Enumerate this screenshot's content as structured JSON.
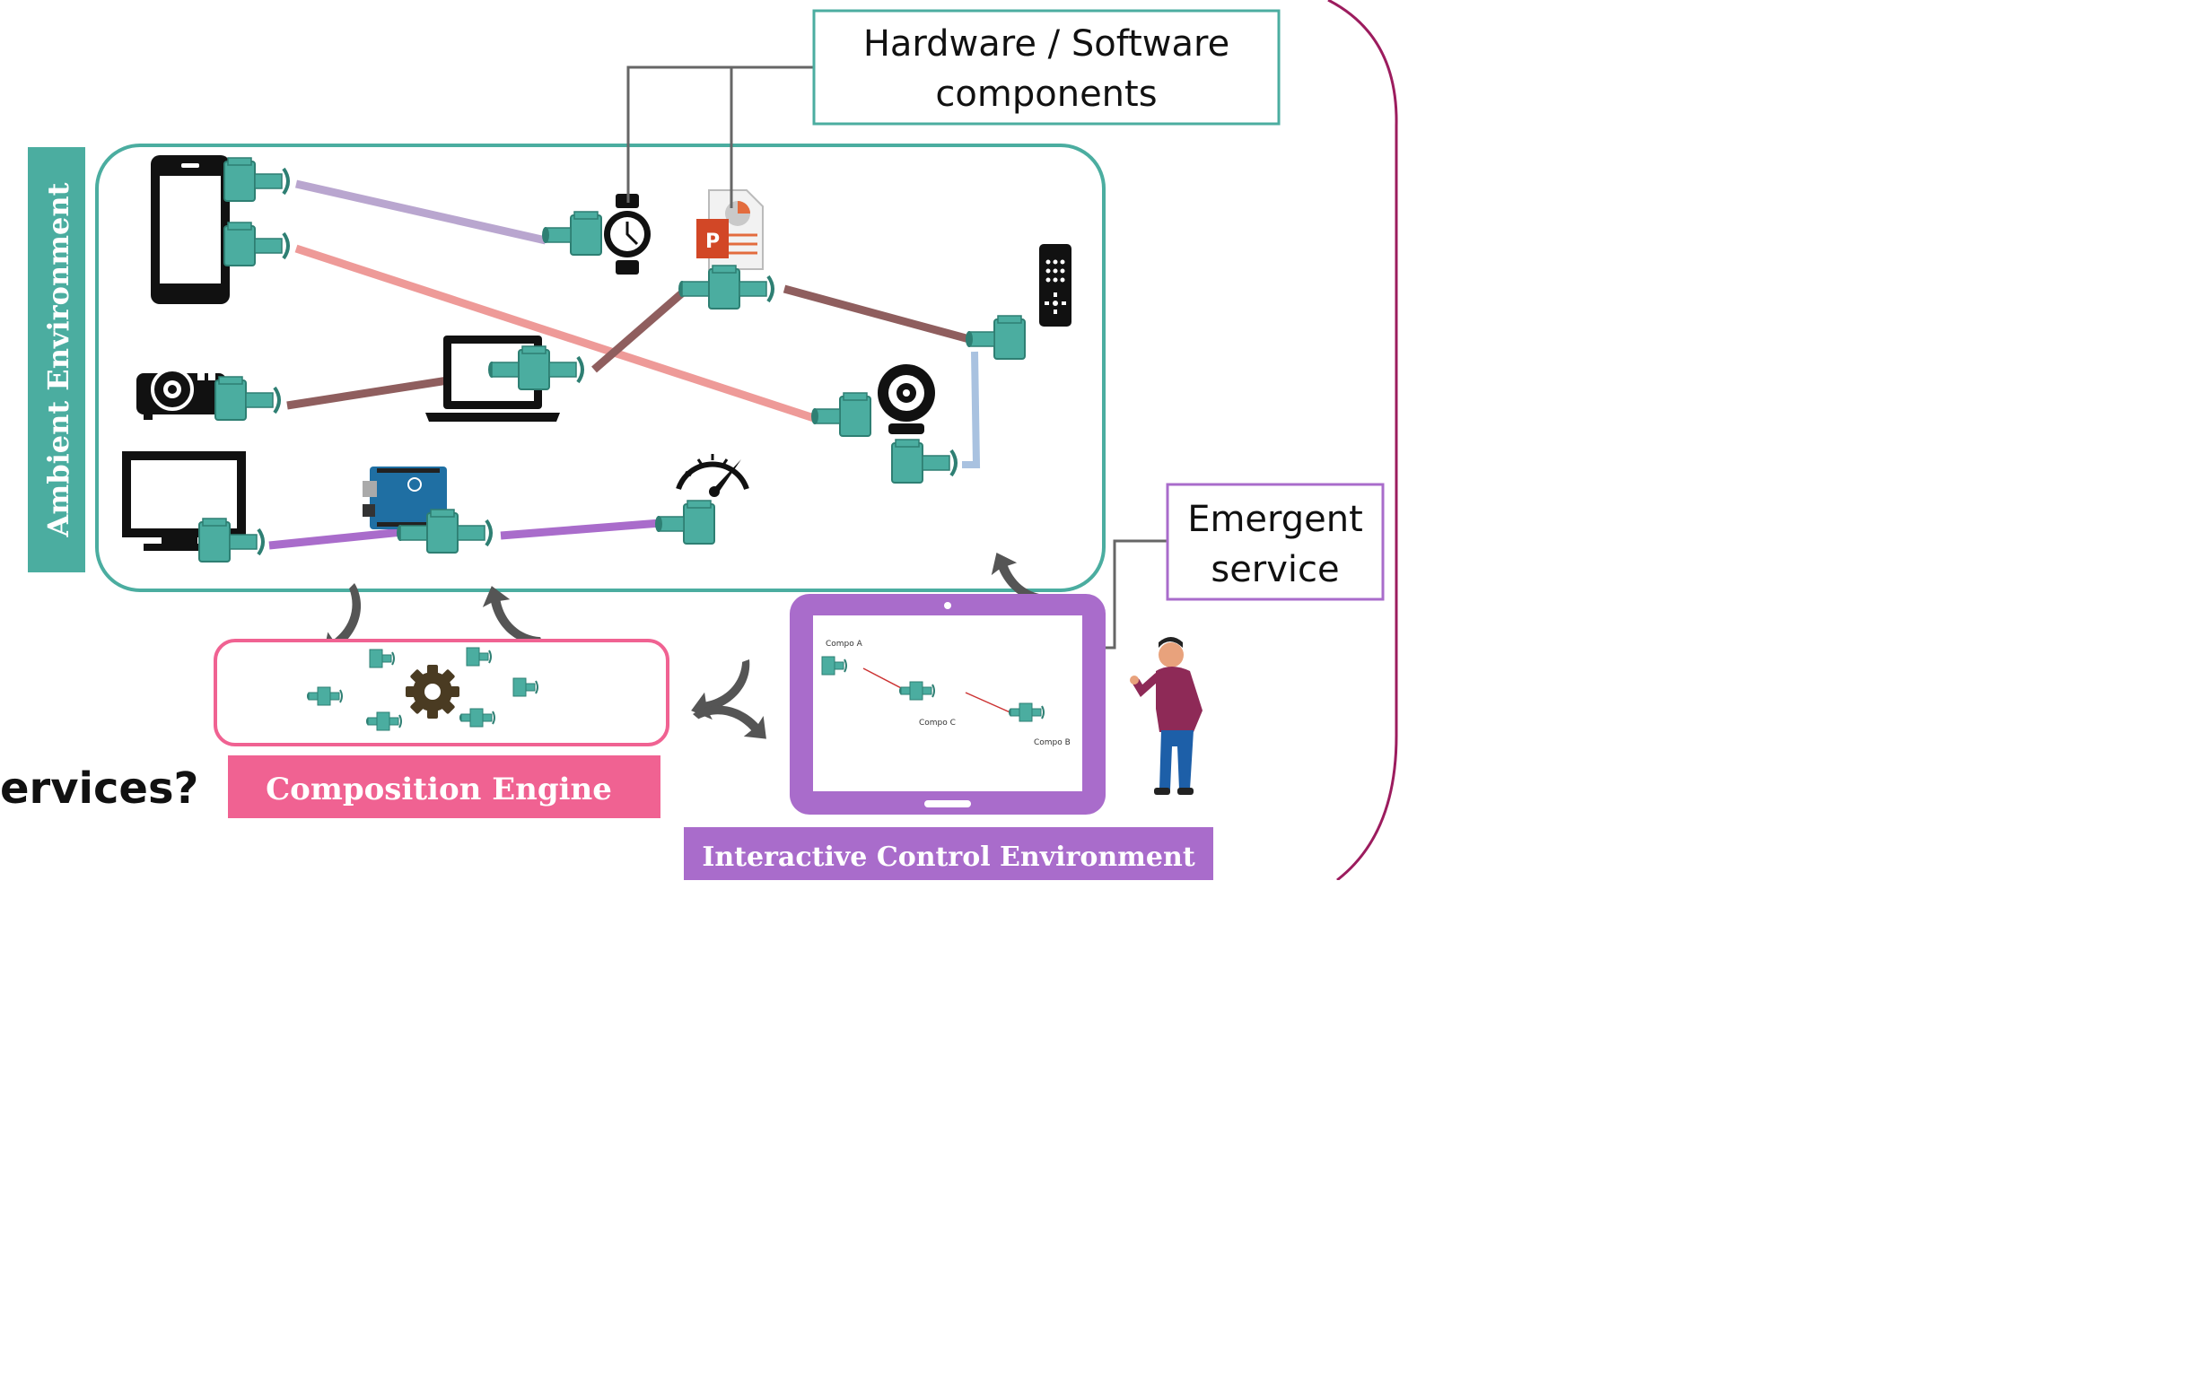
{
  "callouts": {
    "hw_sw_line1": "Hardware / Software",
    "hw_sw_line2": "components",
    "emergent_line1": "Emergent",
    "emergent_line2": "service"
  },
  "labels": {
    "ambient": "Ambient Environment",
    "composition": "Composition Engine",
    "interactive": "Interactive Control Environment",
    "question_fragment": "ervices?"
  },
  "tablet_screen": {
    "compo_a": "Compo A",
    "compo_b": "Compo B",
    "compo_c": "Compo C"
  },
  "colors": {
    "teal": "#4bada0",
    "teal_dark": "#2e7f73",
    "pink": "#f06292",
    "purple": "#a96ccb",
    "maroon": "#9c1c5e",
    "line_lavender": "#b9a6cf",
    "line_salmon": "#ee9a98",
    "line_brown": "#8f5e5e",
    "line_blue": "#a9c2e0",
    "line_violet": "#a96ccb"
  },
  "icons": [
    "smartphone-icon",
    "smartwatch-icon",
    "powerpoint-icon",
    "remote-control-icon",
    "projector-icon",
    "laptop-icon",
    "webcam-icon",
    "monitor-icon",
    "arduino-icon",
    "gauge-icon",
    "gear-icon",
    "person-icon",
    "tablet-icon",
    "curved-arrow-icon"
  ]
}
